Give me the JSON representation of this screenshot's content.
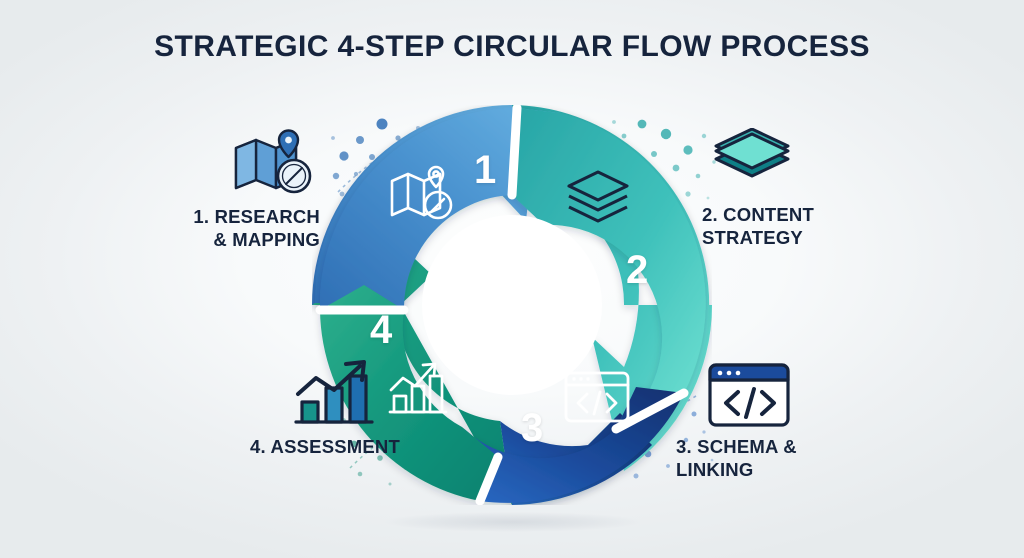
{
  "title": "STRATEGIC 4-STEP CIRCULAR FLOW PROCESS",
  "colors": {
    "background_light": "#fdfefe",
    "background_edge": "#e7ebed",
    "title_text": "#16243d",
    "label_text": "#16243d",
    "segment_1_from": "#2f6fb5",
    "segment_1_to": "#63aee0",
    "segment_2_from": "#2aa8a8",
    "segment_2_to": "#6fe0d2",
    "segment_3_from": "#11306f",
    "segment_3_to": "#2566bd",
    "segment_4_from": "#0b8a72",
    "segment_4_to": "#2fae8c",
    "hub_fill": "#ffffff",
    "number_text": "#ffffff"
  },
  "hub": {
    "label": "center-hub"
  },
  "steps": [
    {
      "number": "1",
      "label_line1": "1. RESEARCH",
      "label_line2": "& MAPPING",
      "icon": "map-compass-icon",
      "color_from": "#2f6fb5",
      "color_to": "#63aee0",
      "position": "top-left"
    },
    {
      "number": "2",
      "label_line1": "2. CONTENT",
      "label_line2": "STRATEGY",
      "icon": "layers-stack-icon",
      "color_from": "#2aa8a8",
      "color_to": "#6fe0d2",
      "position": "top-right"
    },
    {
      "number": "3",
      "label_line1": "3. SCHEMA &",
      "label_line2": "LINKING",
      "icon": "code-browser-icon",
      "color_from": "#11306f",
      "color_to": "#2566bd",
      "position": "bottom-right"
    },
    {
      "number": "4",
      "label_line1": "4. ASSESSMENT",
      "label_line2": "",
      "icon": "bar-chart-growth-icon",
      "color_from": "#0b8a72",
      "color_to": "#2fae8c",
      "position": "bottom-left"
    }
  ],
  "decorations": {
    "particles_top_left": "blue-dot-cluster",
    "particles_top_right": "teal-dot-cluster",
    "particles_bottom_right": "blue-dot-cluster",
    "particles_bottom_left": "teal-dot-cluster",
    "flow_arrows": "clockwise-curved-arrows"
  }
}
